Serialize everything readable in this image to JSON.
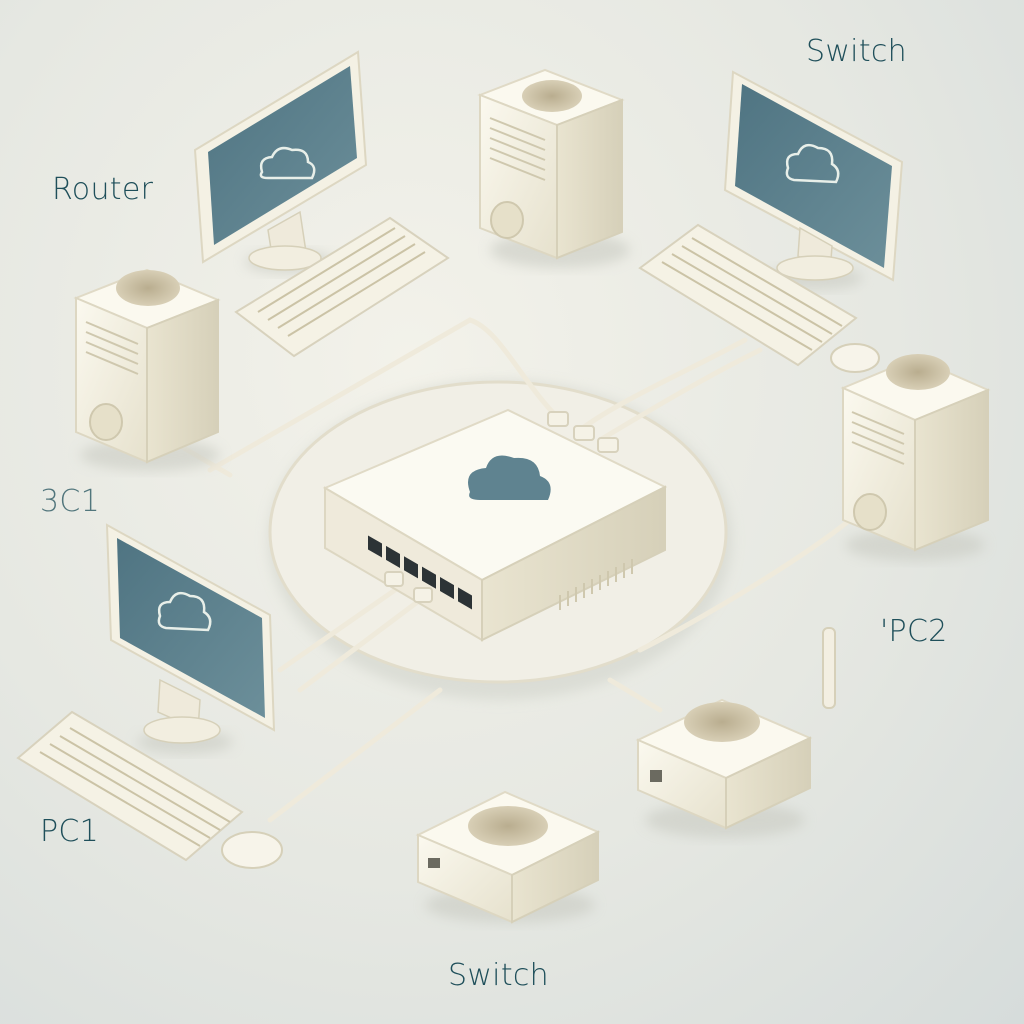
{
  "labels": {
    "router": "Router",
    "switch_top": "Switch",
    "pc_left_faded": "3C1",
    "pc2": "'PC2",
    "pc1": "PC1",
    "switch_bottom": "Switch"
  },
  "colors": {
    "device_body": "#f4f1e4",
    "device_shadow": "#d9d5c2",
    "screen": "#5c7f8c",
    "cable": "#efeadb",
    "label_text": "#1f4f5a"
  },
  "icons": {
    "hub": "cloud-icon",
    "monitor_screens": "cloud-icon"
  }
}
